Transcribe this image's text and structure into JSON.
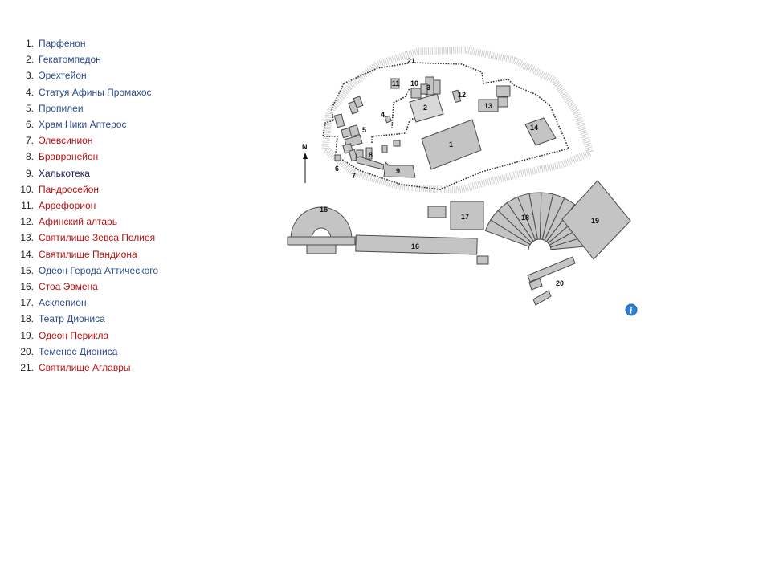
{
  "legend": {
    "items": [
      {
        "number": "1.",
        "label": "Парфенон",
        "link_color": "#2a4b8d"
      },
      {
        "number": "2.",
        "label": "Гекатомпедон",
        "link_color": "#2a4b8d"
      },
      {
        "number": "3.",
        "label": "Эрехтейон",
        "link_color": "#2a4b8d"
      },
      {
        "number": "4.",
        "label": "Статуя Афины Промахос",
        "link_color": "#2a4b8d"
      },
      {
        "number": "5.",
        "label": "Пропилеи",
        "link_color": "#2a4b8d"
      },
      {
        "number": "6.",
        "label": "Храм Ники Аптерос",
        "link_color": "#2a4b8d"
      },
      {
        "number": "7.",
        "label": "Элевсинион",
        "link_color": "#ba1010"
      },
      {
        "number": "8.",
        "label": "Бравронейон",
        "link_color": "#ba1010"
      },
      {
        "number": "9.",
        "label": "Халькотека",
        "link_color": "#1a1a5e"
      },
      {
        "number": "10.",
        "label": "Пандросейон",
        "link_color": "#ba1010"
      },
      {
        "number": "11.",
        "label": "Аррефорион",
        "link_color": "#ba1010"
      },
      {
        "number": "12.",
        "label": "Афинский алтарь",
        "link_color": "#ba1010"
      },
      {
        "number": "13.",
        "label": "Святилище Зевса Полиея",
        "link_color": "#ba1010"
      },
      {
        "number": "14.",
        "label": "Святилище Пандиона",
        "link_color": "#ba1010"
      },
      {
        "number": "15.",
        "label": "Одеон Герода Аттического",
        "link_color": "#2a4b8d"
      },
      {
        "number": "16.",
        "label": "Стоа Эвмена",
        "link_color": "#ba1010"
      },
      {
        "number": "17.",
        "label": "Асклепион",
        "link_color": "#2a4b8d"
      },
      {
        "number": "18.",
        "label": "Театр Диониса",
        "link_color": "#2a4b8d"
      },
      {
        "number": "19.",
        "label": "Одеон Перикла",
        "link_color": "#ba1010"
      },
      {
        "number": "20.",
        "label": "Теменос Диониса",
        "link_color": "#2a4b8d"
      },
      {
        "number": "21.",
        "label": "Святилище Аглавры",
        "link_color": "#ba1010"
      }
    ]
  },
  "map": {
    "north_label": "N",
    "numbers": {
      "n1": "1",
      "n2": "2",
      "n3": "3",
      "n4": "4",
      "n5": "5",
      "n6": "6",
      "n7": "7",
      "n8": "8",
      "n9": "9",
      "n10": "10",
      "n11": "11",
      "n12": "12",
      "n13": "13",
      "n14": "14",
      "n15": "15",
      "n16": "16",
      "n17": "17",
      "n18": "18",
      "n19": "19",
      "n20": "20",
      "n21": "21"
    },
    "info_icon": "info-icon",
    "colors": {
      "building_fill": "#c4c4c4",
      "outline": "#4a4a4a",
      "info_blue": "#2f7fd8"
    }
  }
}
